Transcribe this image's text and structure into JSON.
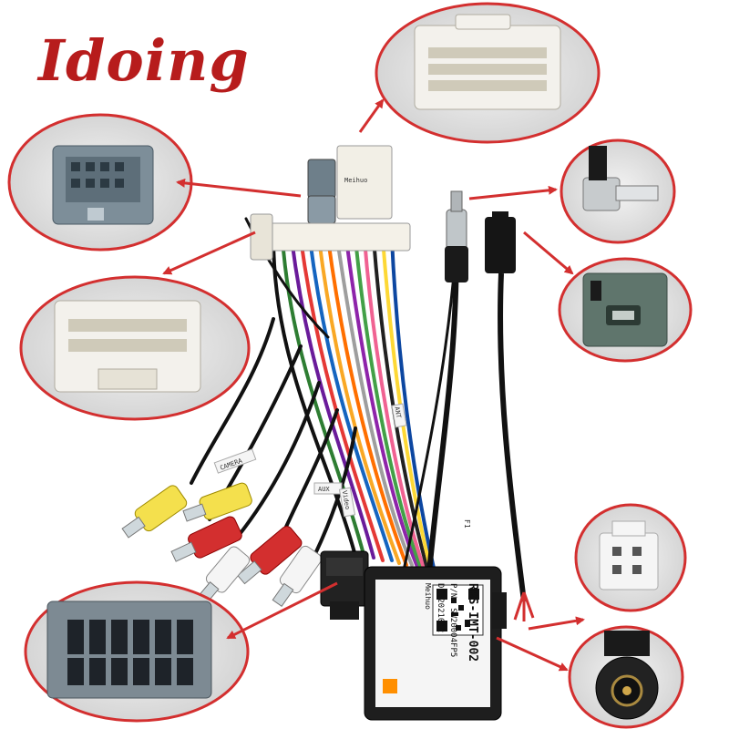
{
  "brand": {
    "name": "Idoing",
    "color": "#b71c1c"
  },
  "callout_color": "#d32f2f",
  "module_label": {
    "model": "RPS-IMT-002",
    "part_number": "P/N: SW20004FP5",
    "date_code": "DC:2021012",
    "maker": "Meihuo"
  },
  "wire_tags": [
    "CAMERA",
    "AUX",
    "Video",
    "ANT",
    "F1"
  ]
}
